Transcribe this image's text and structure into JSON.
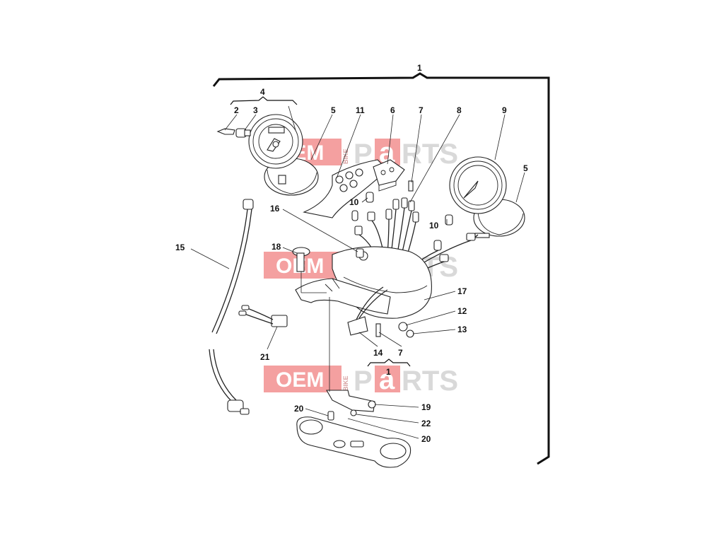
{
  "watermark": {
    "oem": "OEM",
    "bike": "BIKE",
    "p": "P",
    "a": "a",
    "rts": "RTS",
    "oem_color": "#f08080",
    "parts_color": "#d9d9d9"
  },
  "callouts": {
    "c1_top": "1",
    "c1_bottom": "1",
    "c2": "2",
    "c3": "3",
    "c4": "4",
    "c5_left": "5",
    "c5_right": "5",
    "c6": "6",
    "c7_top": "7",
    "c7_bottom": "7",
    "c8": "8",
    "c9": "9",
    "c10_left": "10",
    "c10_right": "10",
    "c11": "11",
    "c12": "12",
    "c13": "13",
    "c14": "14",
    "c15": "15",
    "c16": "16",
    "c17": "17",
    "c18": "18",
    "c19": "19",
    "c20_left": "20",
    "c20_right": "20",
    "c21": "21",
    "c22": "22"
  }
}
